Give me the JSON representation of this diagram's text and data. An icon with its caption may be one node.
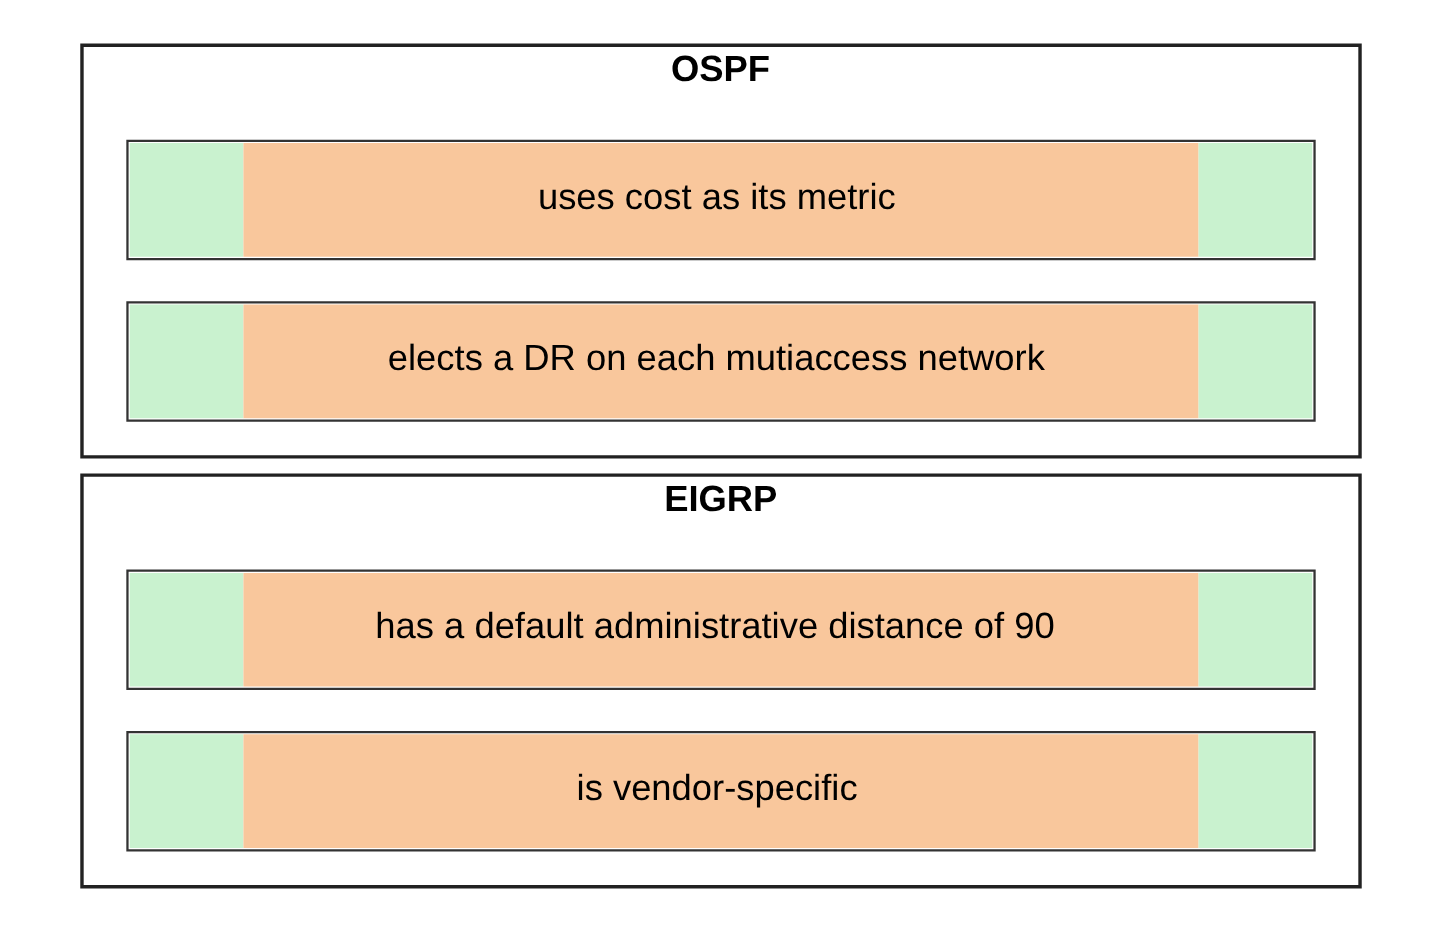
{
  "diagram": {
    "nodes": [
      {
        "text": [
          "EIGRP"
        ]
      },
      {
        "text": [
          "has a default administrative distance of 90"
        ],
        "in": 0
      },
      {
        "text": [
          "is vendor-specific"
        ],
        "in": 0
      },
      {
        "text": [
          "OSPF"
        ]
      },
      {
        "text": [
          "uses cost as its metric"
        ],
        "in": 3
      },
      {
        "text": [
          "elects a DR on each mutiaccess network"
        ],
        "in": 3
      }
    ]
  }
}
